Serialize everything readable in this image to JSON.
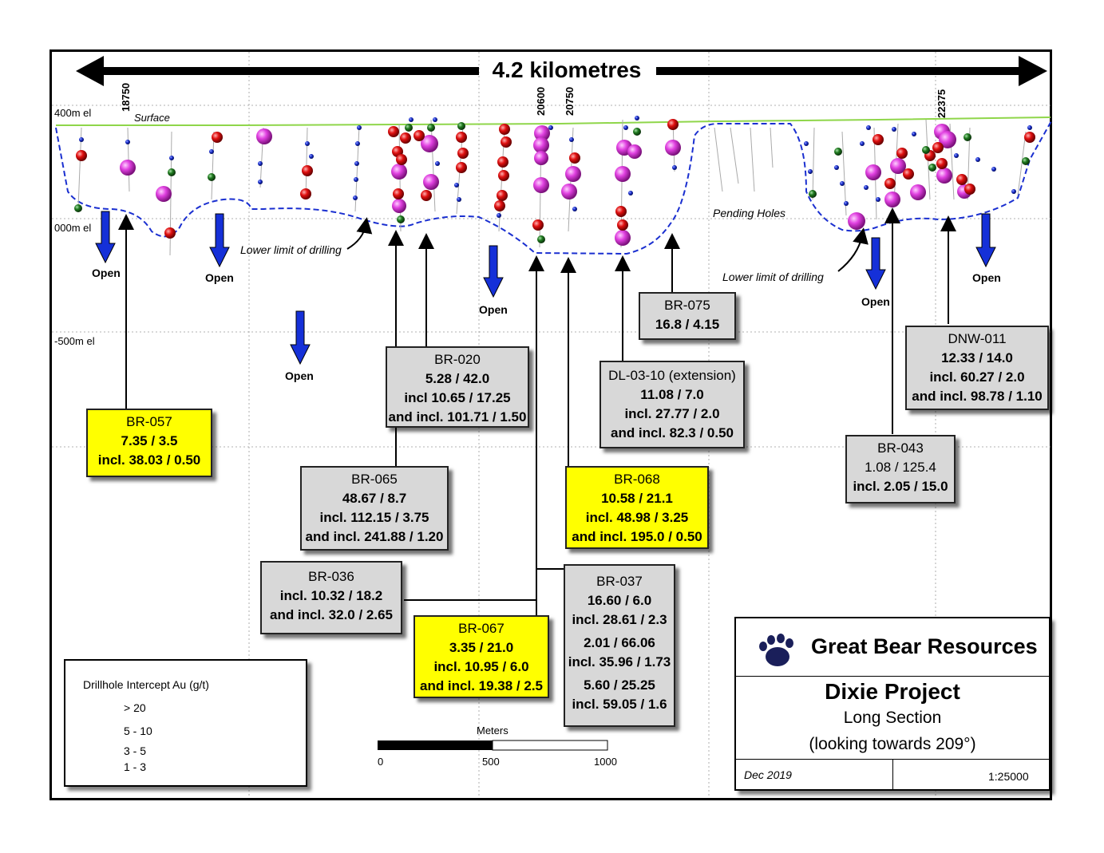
{
  "header": {
    "distance_label": "4.2 kilometres"
  },
  "grid_labels": {
    "g1": "18750",
    "g2": "20600",
    "g3": "20750",
    "g4": "22375"
  },
  "elevations": {
    "e400": "400m el",
    "e000": "000m el",
    "e500": "-500m el"
  },
  "annotations": {
    "surface": "Surface",
    "lower_limit_1": "Lower limit of drilling",
    "lower_limit_2": "Lower limit of drilling",
    "pending": "Pending Holes",
    "open": "Open"
  },
  "intercepts": {
    "br057": {
      "name": "BR-057",
      "l1": "7.35 / 3.5",
      "l2": "incl. 38.03 / 0.50"
    },
    "br020": {
      "name": "BR-020",
      "l1": "5.28 / 42.0",
      "l2": "incl 10.65 / 17.25",
      "l3": "and incl. 101.71 / 1.50"
    },
    "br065": {
      "name": "BR-065",
      "l1": "48.67 / 8.7",
      "l2": "incl. 112.15 / 3.75",
      "l3": "and incl. 241.88 / 1.20"
    },
    "br036": {
      "name": "BR-036",
      "l1": "incl. 10.32 / 18.2",
      "l2": "and incl. 32.0 / 2.65"
    },
    "br067": {
      "name": "BR-067",
      "l1": "3.35 / 21.0",
      "l2": "incl. 10.95 / 6.0",
      "l3": "and incl. 19.38 / 2.5"
    },
    "br068": {
      "name": "BR-068",
      "l1": "10.58 / 21.1",
      "l2": "incl. 48.98 / 3.25",
      "l3": "and incl. 195.0 / 0.50"
    },
    "br037": {
      "name": "BR-037",
      "l1": "16.60 / 6.0",
      "l2": "incl. 28.61 / 2.3",
      "l3": "2.01 / 66.06",
      "l4": "incl. 35.96 / 1.73",
      "l5": "5.60 / 25.25",
      "l6": "incl. 59.05 / 1.6"
    },
    "br075": {
      "name": "BR-075",
      "l1": "16.8 / 4.15"
    },
    "dl0310": {
      "name": "DL-03-10 (extension)",
      "l1": "11.08 / 7.0",
      "l2": "incl. 27.77 / 2.0",
      "l3": "and incl. 82.3 / 0.50"
    },
    "dnw011": {
      "name": "DNW-011",
      "l1": "12.33 / 14.0",
      "l2": "incl. 60.27  / 2.0",
      "l3": "and incl. 98.78 / 1.10"
    },
    "br043": {
      "name": "BR-043",
      "l1": "1.08 / 125.4",
      "l2": "incl. 2.05 / 15.0"
    }
  },
  "legend": {
    "title": "Drillhole Intercept Au (g/t)",
    "items": [
      {
        "label": "> 20",
        "color": "#d63ad6"
      },
      {
        "label": "5 - 10",
        "color": "#e01010"
      },
      {
        "label": "3 - 5",
        "color": "#1f7a1f"
      },
      {
        "label": "1 - 3",
        "color": "#1a2fd0"
      }
    ]
  },
  "scalebar": {
    "title": "Meters",
    "t0": "0",
    "t1": "500",
    "t2": "1000"
  },
  "titleblock": {
    "company": "Great Bear Resources",
    "project": "Dixie Project",
    "section": "Long Section",
    "looking": "(looking towards 209°)",
    "date": "Dec 2019",
    "scale": "1:25000"
  },
  "colors": {
    "surface_line": "#8fd64a",
    "limit_line": "#1a2fd0",
    "arrow_blue": "#1530d8",
    "box_grey": "#d8d8d8",
    "box_yellow": "#ffff00"
  }
}
